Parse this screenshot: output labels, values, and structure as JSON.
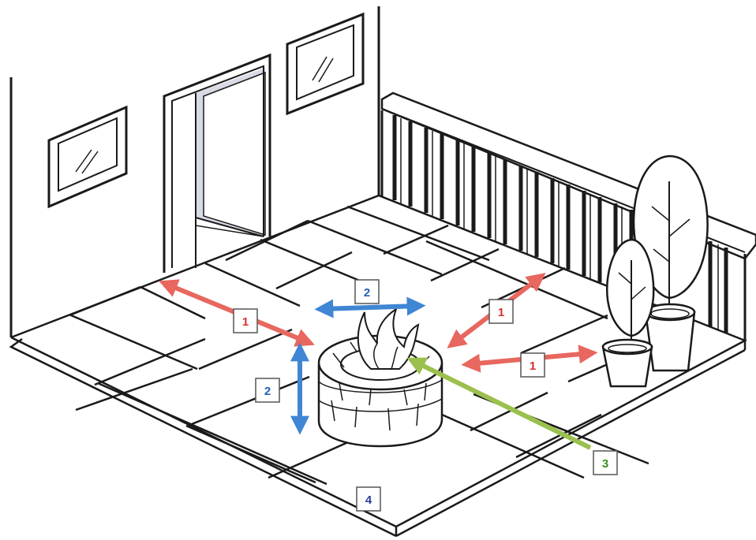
{
  "colors": {
    "clearance_arrow": "#e8675e",
    "clearance_text": "#d9302a",
    "height_arrow": "#3f86d4",
    "height_text": "#2460b8",
    "pit_arrow": "#9bc04e",
    "pit_text": "#3e8a1e",
    "surface_text": "#2a3d9c",
    "line": "#1a1a1a",
    "doorway_shade": "#d8dbe6"
  },
  "icons": [
    "framed-picture-icon",
    "door-icon",
    "fire-pit-icon",
    "flame-icon",
    "potted-plant-icon",
    "railing-icon"
  ],
  "labels": {
    "clearance_left": "1",
    "clearance_upper_right": "1",
    "clearance_lower_right": "1",
    "height_top": "2",
    "height_side": "2",
    "pit": "3",
    "surface": "4"
  }
}
